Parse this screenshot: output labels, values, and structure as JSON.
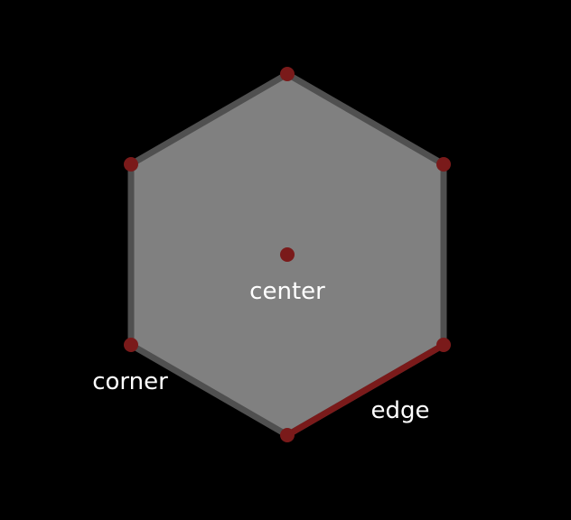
{
  "diagram": {
    "labels": {
      "center": "center",
      "corner": "corner",
      "edge": "edge"
    },
    "colors": {
      "background": "#000000",
      "hex_fill": "#808080",
      "hex_stroke": "#505050",
      "accent": "#7a1a1a",
      "label_text": "#ffffff"
    },
    "shape": "hexagon"
  }
}
